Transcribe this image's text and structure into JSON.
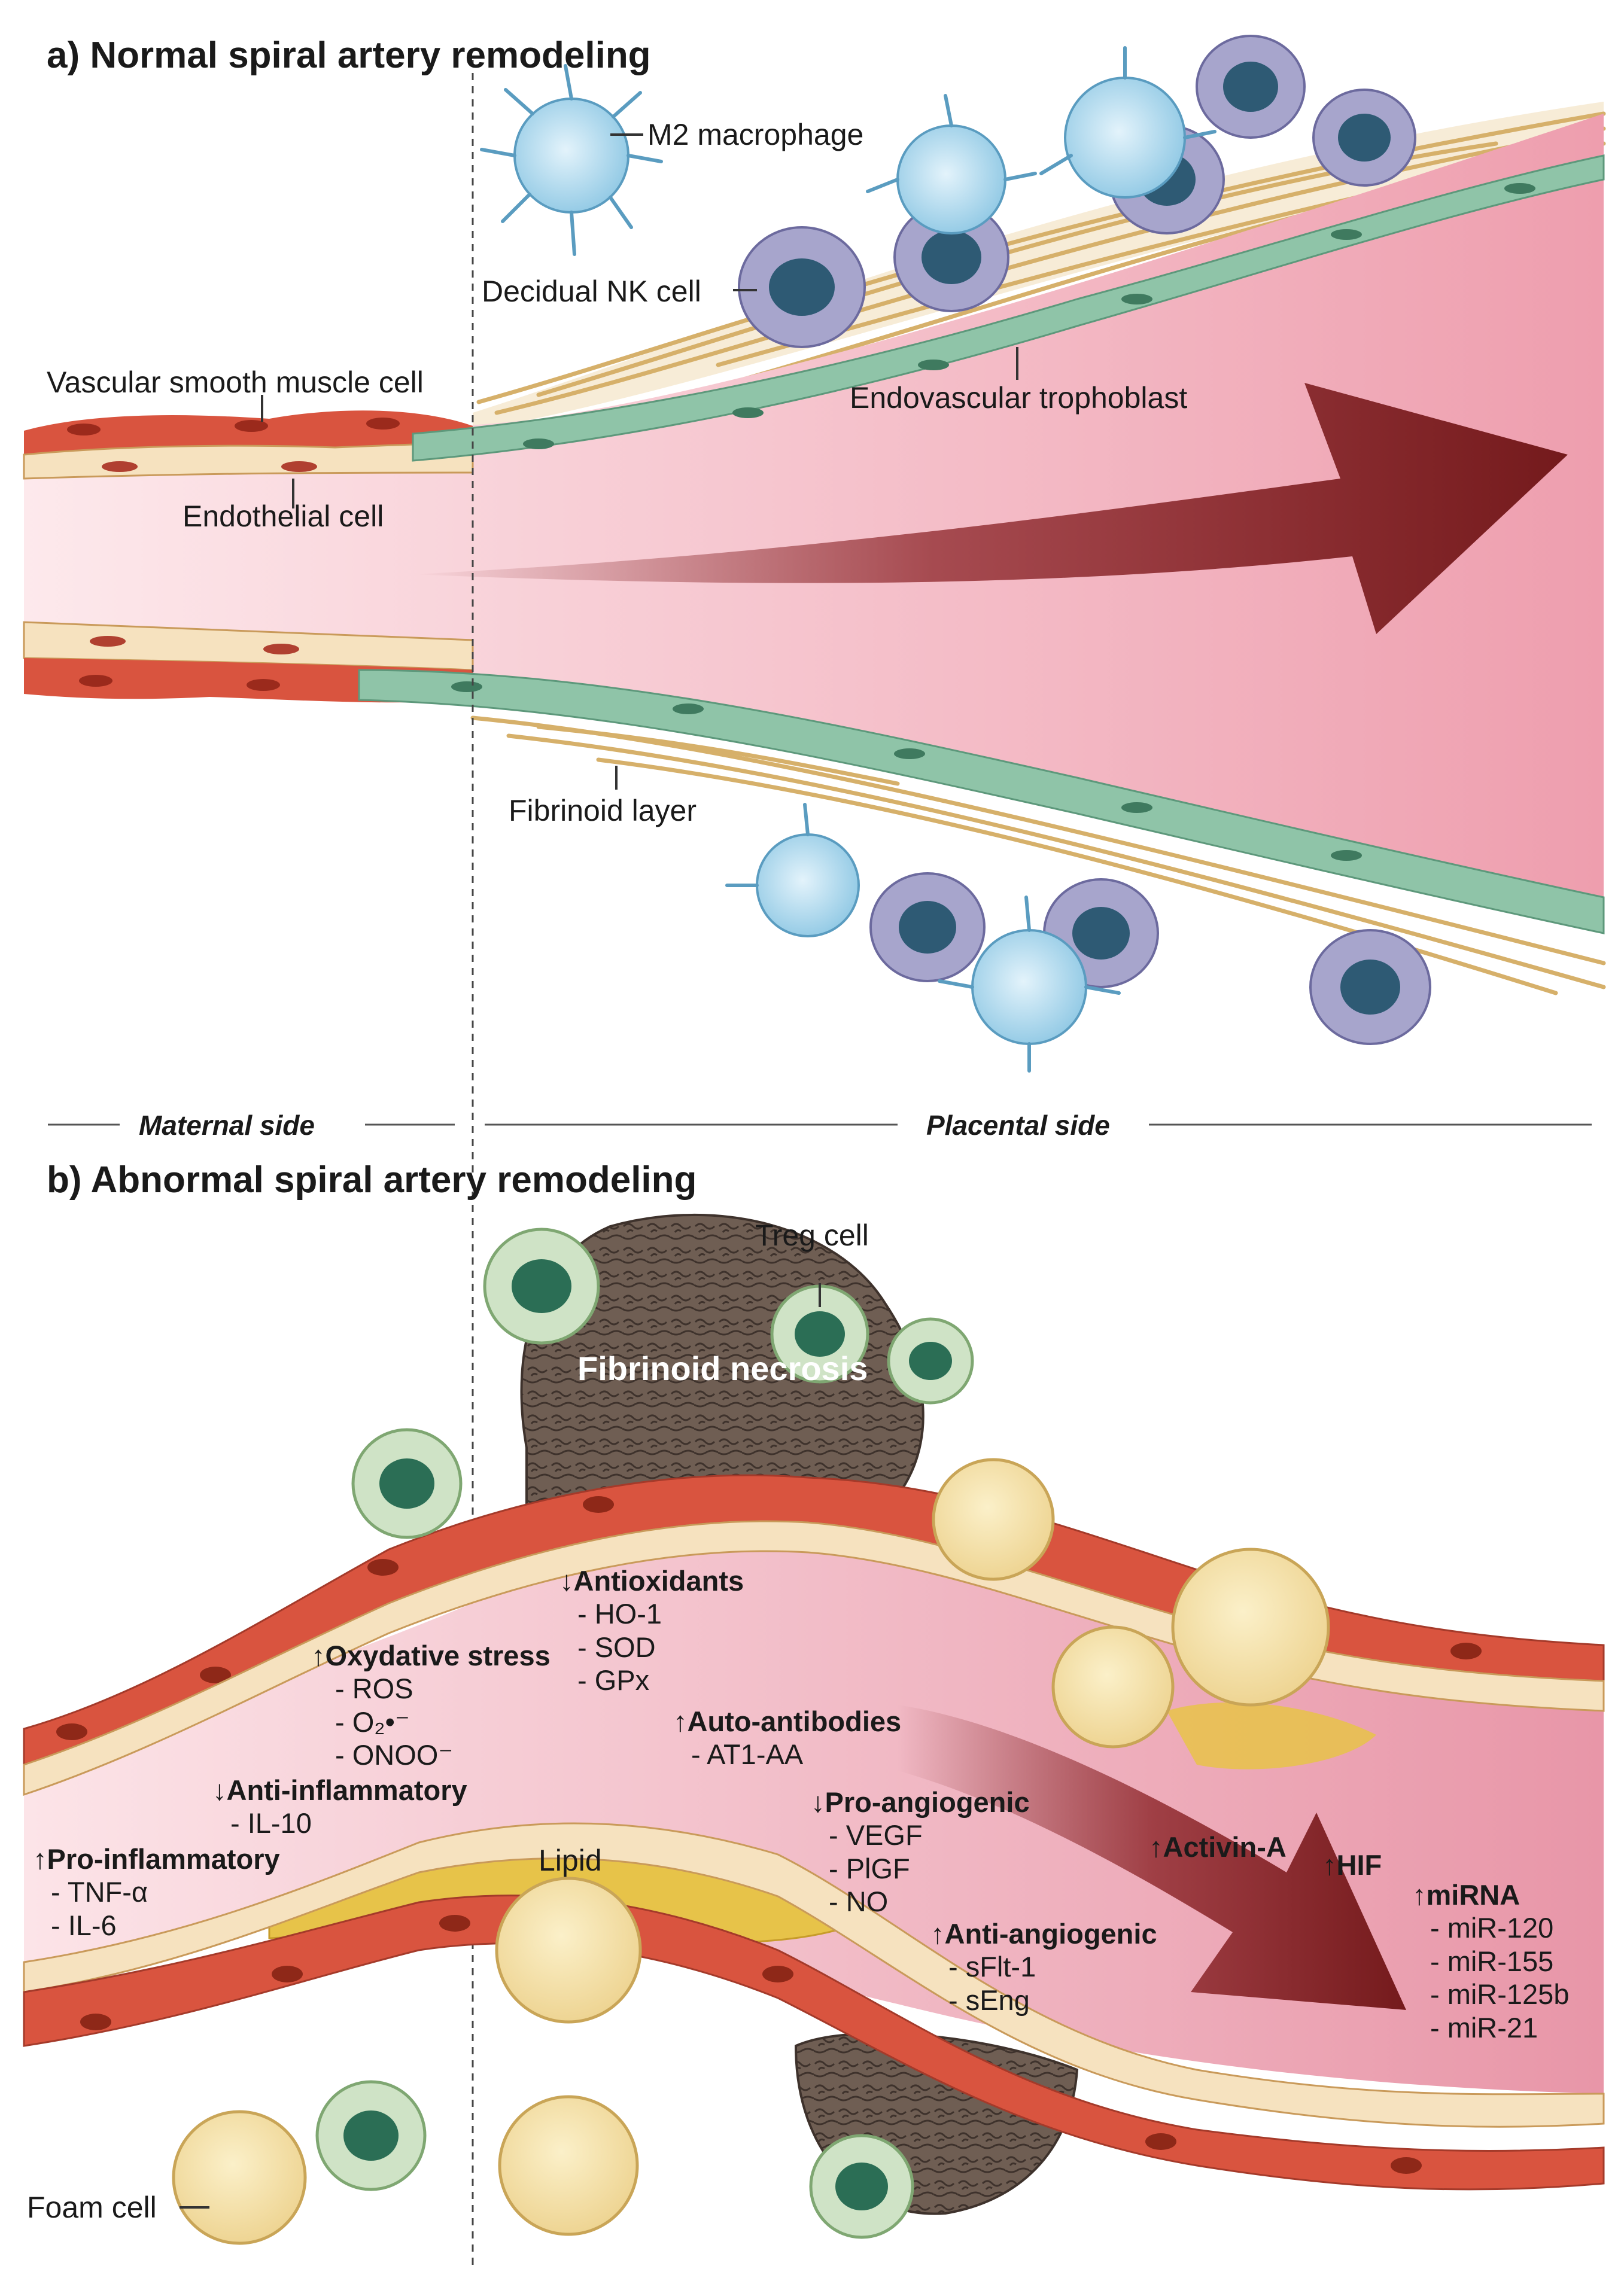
{
  "panel_a": {
    "title": "a) Normal spiral artery remodeling",
    "labels": {
      "m2_macrophage": "M2 macrophage",
      "decidual_nk": "Decidual NK cell",
      "vsmc": "Vascular smooth muscle cell",
      "endothelial": "Endothelial cell",
      "endovascular": "Endovascular trophoblast",
      "fibrinoid_layer": "Fibrinoid layer"
    }
  },
  "sides": {
    "maternal": "Maternal side",
    "placental": "Placental side"
  },
  "panel_b": {
    "title": "b) Abnormal spiral artery remodeling",
    "labels": {
      "treg": "Treg cell",
      "fibrinoid_necrosis": "Fibrinoid necrosis",
      "lipid": "Lipid",
      "foam_cell": "Foam cell"
    },
    "factors": {
      "oxidative": {
        "arrow": "↑",
        "title": "Oxydative stress",
        "items": [
          "- ROS",
          "- O₂•⁻",
          "- ONOO⁻"
        ]
      },
      "antioxidants": {
        "arrow": "↓",
        "title": "Antioxidants",
        "items": [
          "- HO-1",
          "- SOD",
          "- GPx"
        ]
      },
      "autoantibodies": {
        "arrow": "↑",
        "title": "Auto-antibodies",
        "items": [
          "- AT1-AA"
        ]
      },
      "anti_inflammatory": {
        "arrow": "↓",
        "title": "Anti-inflammatory",
        "items": [
          "- IL-10"
        ]
      },
      "pro_inflammatory": {
        "arrow": "↑",
        "title": "Pro-inflammatory",
        "items": [
          "- TNF-α",
          "- IL-6"
        ]
      },
      "pro_angiogenic": {
        "arrow": "↓",
        "title": "Pro-angiogenic",
        "items": [
          "- VEGF",
          "- PlGF",
          "- NO"
        ]
      },
      "anti_angiogenic": {
        "arrow": "↑",
        "title": "Anti-angiogenic",
        "items": [
          "- sFlt-1",
          "- sEng"
        ]
      },
      "activin": {
        "arrow": "↑",
        "title": "Activin-A",
        "items": []
      },
      "hif": {
        "arrow": "↑",
        "title": "HIF",
        "items": []
      },
      "mirna": {
        "arrow": "↑",
        "title": "miRNA",
        "items": [
          "- miR-120",
          "- miR-155",
          "- miR-125b",
          "- miR-21"
        ]
      }
    }
  },
  "colors": {
    "vsmc": "#d9543f",
    "endothelial": "#f6e2bf",
    "trophoblast": "#8fc4a8",
    "fibrin": "#d9b979",
    "macrophage": "#a9d6ec",
    "nk": "#a7a5cc",
    "nucleus": "#2e5a74",
    "treg": "#cfe3c6",
    "treg_nucleus": "#2b6e55",
    "foam": "#f3dfa0",
    "necrosis": "#6f5e53",
    "arrow": "#7a1b1c",
    "lumen": "#f2bcc6"
  }
}
